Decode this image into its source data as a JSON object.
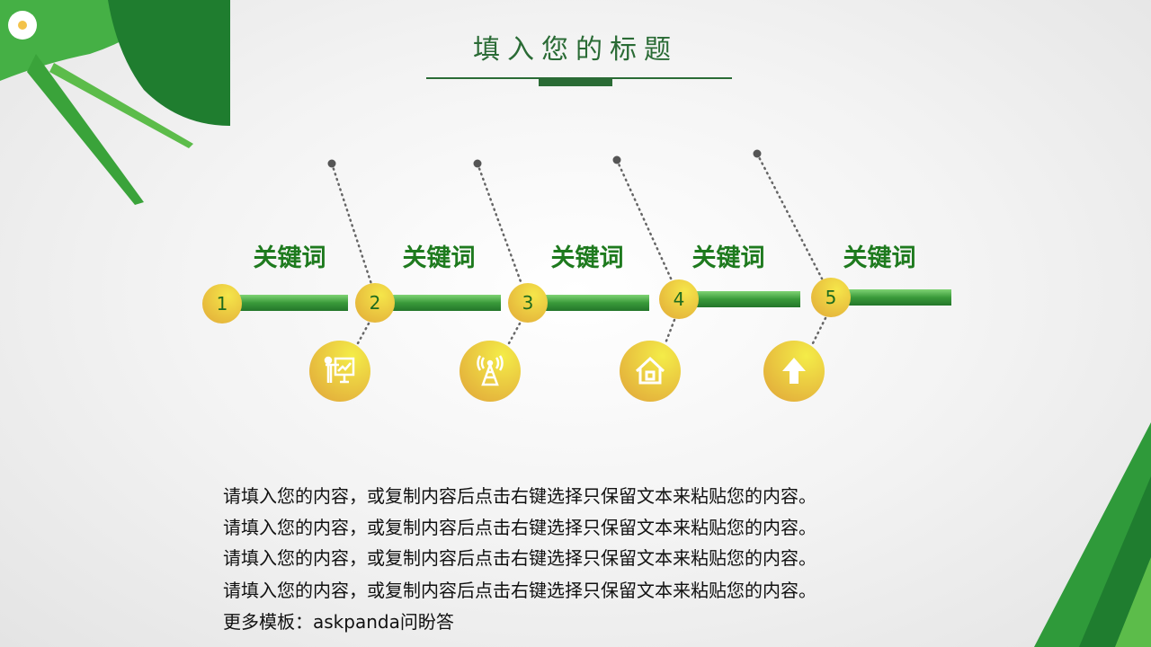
{
  "title": "填入您的标题",
  "steps": [
    {
      "number": "1",
      "keyword": "关键词"
    },
    {
      "number": "2",
      "keyword": "关键词",
      "icon": "presentation-icon"
    },
    {
      "number": "3",
      "keyword": "关键词",
      "icon": "signal-tower-icon"
    },
    {
      "number": "4",
      "keyword": "关键词",
      "icon": "home-icon"
    },
    {
      "number": "5",
      "keyword": "关键词",
      "icon": "upload-arrow-icon"
    }
  ],
  "body_lines": [
    "请填入您的内容，或复制内容后点击右键选择只保留文本来粘贴您的内容。",
    "请填入您的内容，或复制内容后点击右键选择只保留文本来粘贴您的内容。",
    "请填入您的内容，或复制内容后点击右键选择只保留文本来粘贴您的内容。",
    "请填入您的内容，或复制内容后点击右键选择只保留文本来粘贴您的内容。",
    "更多模板：askpanda问盼答"
  ],
  "colors": {
    "accent": "#2a6b35",
    "keyword": "#1e7a1e",
    "gold": "#e6b83c"
  }
}
